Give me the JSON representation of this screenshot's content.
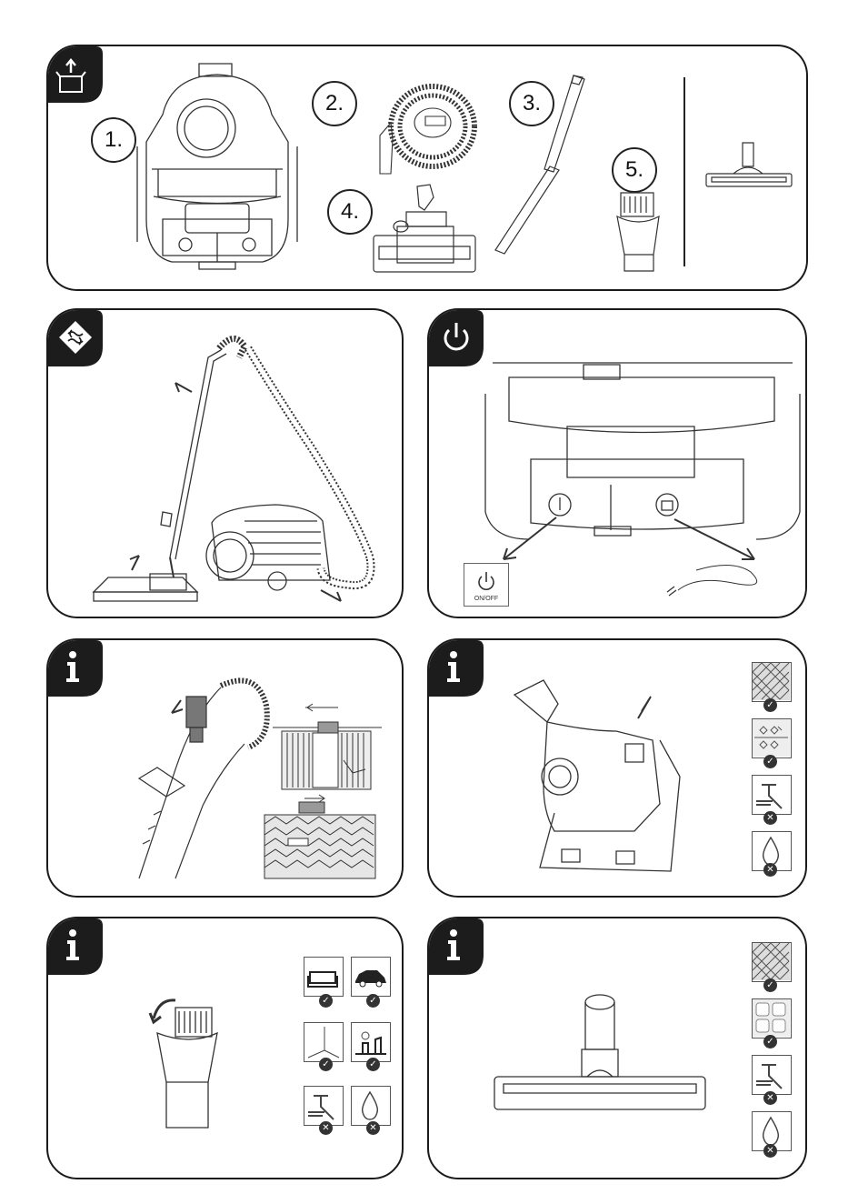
{
  "parts": {
    "p1": "1.",
    "p2": "2.",
    "p3": "3.",
    "p4": "4.",
    "p5": "5."
  },
  "power": {
    "switch_label": "ON/OFF"
  },
  "badges": {
    "unbox": "unbox-icon",
    "assembly": "assembly-icon",
    "power": "power-icon",
    "info": "info-icon"
  },
  "colors": {
    "badge_bg": "#1c1c1c",
    "line": "#1a1a1a",
    "check": "#333333"
  }
}
